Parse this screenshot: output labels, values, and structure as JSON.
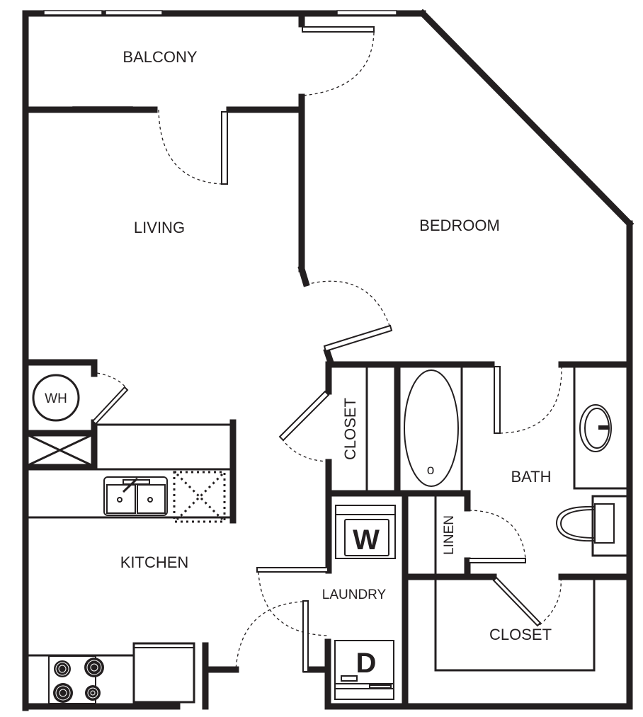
{
  "floor_plan": {
    "rooms": {
      "balcony": "BALCONY",
      "living": "LIVING",
      "bedroom": "BEDROOM",
      "kitchen": "KITCHEN",
      "closet_hall": "CLOSET",
      "bath": "BATH",
      "linen": "LINEN",
      "laundry": "LAUNDRY",
      "closet_bedroom": "CLOSET"
    },
    "fixtures": {
      "water_heater": "WH",
      "washer": "W",
      "dryer": "D",
      "tub_drain": "o"
    }
  }
}
